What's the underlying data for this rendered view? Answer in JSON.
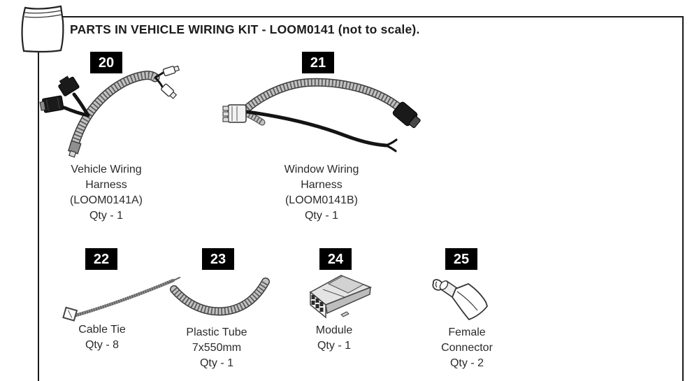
{
  "header": {
    "title": "PARTS IN VEHICLE WIRING KIT - LOOM0141 (not to scale)."
  },
  "icons": {
    "bag": "parts-bag-icon"
  },
  "parts": [
    {
      "number": "20",
      "name": "Vehicle Wiring Harness",
      "code": "LOOM0141A",
      "qty": "1",
      "label": "Vehicle Wiring\nHarness\n(LOOM0141A)\nQty - 1",
      "illustration": "vehicle-wiring-harness"
    },
    {
      "number": "21",
      "name": "Window Wiring Harness",
      "code": "LOOM0141B",
      "qty": "1",
      "label": "Window Wiring\nHarness\n(LOOM0141B)\nQty - 1",
      "illustration": "window-wiring-harness"
    },
    {
      "number": "22",
      "name": "Cable Tie",
      "qty": "8",
      "label": "Cable Tie\nQty - 8",
      "illustration": "cable-tie"
    },
    {
      "number": "23",
      "name": "Plastic Tube",
      "size": "7x550mm",
      "qty": "1",
      "label": "Plastic Tube\n7x550mm\nQty - 1",
      "illustration": "plastic-tube"
    },
    {
      "number": "24",
      "name": "Module",
      "qty": "1",
      "label": "Module\nQty - 1",
      "illustration": "module"
    },
    {
      "number": "25",
      "name": "Female Connector",
      "qty": "2",
      "label": "Female\nConnector\nQty - 2",
      "illustration": "female-connector"
    }
  ],
  "colors": {
    "background": "#ffffff",
    "frame_line": "#1a1a1a",
    "badge_bg": "#000000",
    "badge_text": "#ffffff",
    "text": "#2b2b2b",
    "tube_gray": "#c2c2c2",
    "connector_black": "#1a1a1a"
  }
}
